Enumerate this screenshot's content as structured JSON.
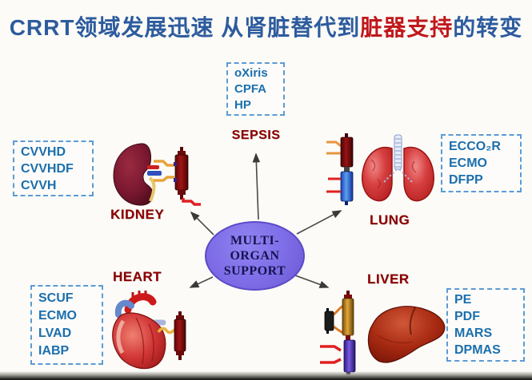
{
  "slide": {
    "title": {
      "blue_left": "CRRT领域发展迅速  从肾脏替代到",
      "red_middle": "脏器支持",
      "blue_right": "的转变"
    }
  },
  "center": {
    "line1": "MULTI-ORGAN",
    "line2": "SUPPORT"
  },
  "nodes": {
    "sepsis": {
      "label": "SEPSIS",
      "therapies": [
        "oXiris",
        "CPFA",
        "HP"
      ]
    },
    "kidney": {
      "label": "KIDNEY",
      "therapies": [
        "CVVHD",
        "CVVHDF",
        "CVVH"
      ]
    },
    "lung": {
      "label": "LUNG",
      "therapies": [
        "ECCO₂R",
        "ECMO",
        "DFPP"
      ]
    },
    "heart": {
      "label": "HEART",
      "therapies": [
        "SCUF",
        "ECMO",
        "LVAD",
        "IABP"
      ]
    },
    "liver": {
      "label": "LIVER",
      "therapies": [
        "PE",
        "PDF",
        "MARS",
        "DPMAS"
      ]
    }
  },
  "colors": {
    "title_blue": "#2d5b9e",
    "title_red": "#c0181c",
    "therapy_text_blue": "#1b6fad",
    "box_border_blue": "#5b9bd5",
    "organ_label_red": "#8b0000",
    "ellipse_fill_purple": "#7d6ce6",
    "ellipse_text": "#14144e",
    "arrow_gray": "#4a4a4a"
  }
}
